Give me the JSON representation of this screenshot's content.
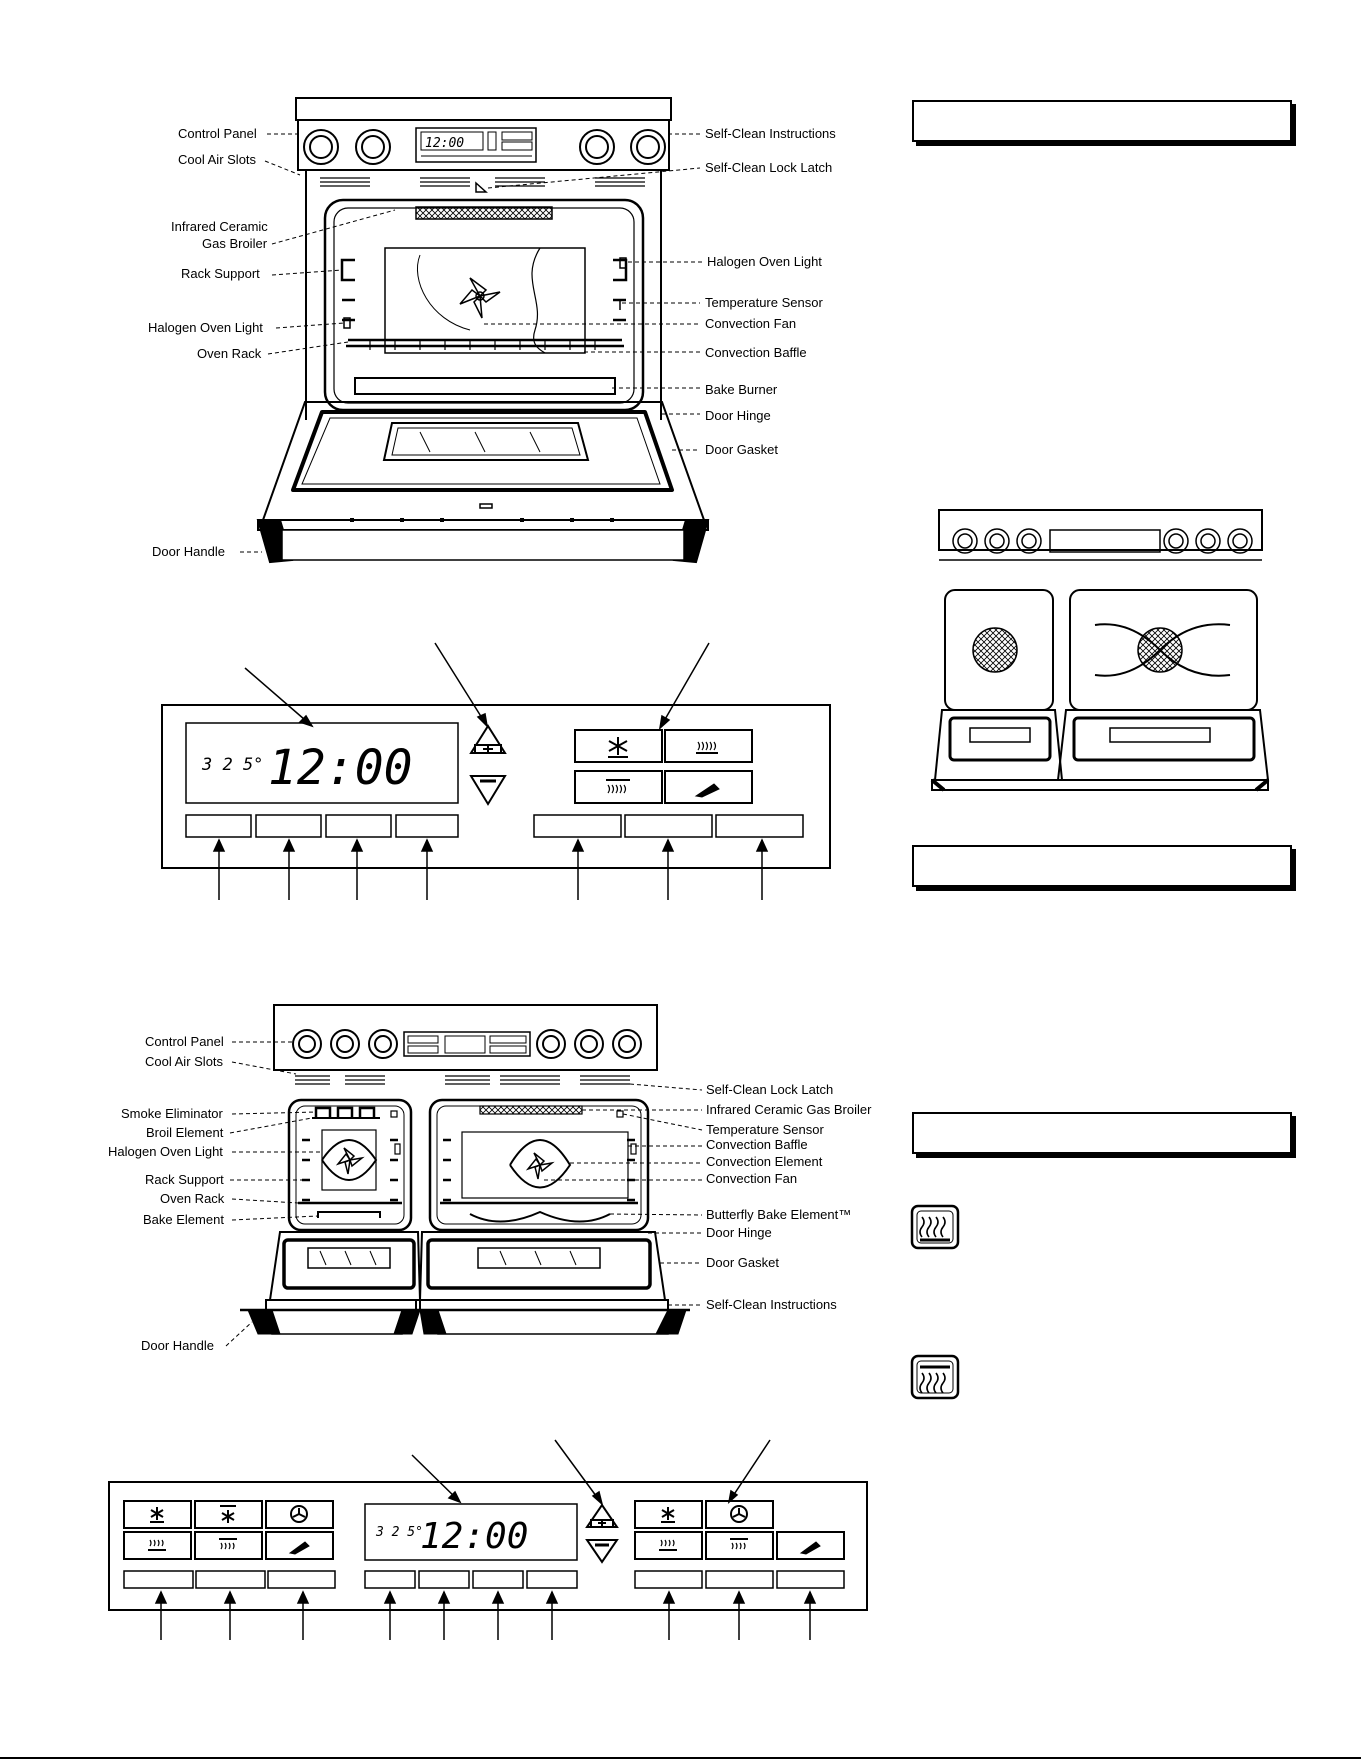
{
  "single_oven": {
    "labels_left": [
      "Control Panel",
      "Cool Air Slots",
      "Infrared Ceramic",
      "Gas Broiler",
      "Rack Support",
      "Halogen Oven Light",
      "Oven Rack",
      "Door Handle"
    ],
    "labels_right": [
      "Self-Clean Instructions",
      "Self-Clean Lock Latch",
      "Halogen Oven Light",
      "Temperature Sensor",
      "Convection Fan",
      "Convection Baffle",
      "Bake Burner",
      "Door Hinge",
      "Door Gasket"
    ],
    "display_time": "12:00"
  },
  "control_panel_single": {
    "display_temp": "3 2 5°",
    "display_time": "12:00"
  },
  "double_oven": {
    "labels_left": [
      "Control Panel",
      "Cool Air Slots",
      "Smoke Eliminator",
      "Broil Element",
      "Halogen Oven Light",
      "Rack Support",
      "Oven Rack",
      "Bake Element",
      "Door Handle"
    ],
    "labels_right": [
      "Self-Clean Lock Latch",
      "Infrared Ceramic Gas Broiler",
      "Temperature Sensor",
      "Convection Baffle",
      "Convection Element",
      "Convection Fan",
      "Butterfly Bake Element™",
      "Door Hinge",
      "Door Gasket",
      "Self-Clean Instructions"
    ]
  },
  "control_panel_double": {
    "display_temp": "3 2 5°",
    "display_time": "12:00"
  }
}
